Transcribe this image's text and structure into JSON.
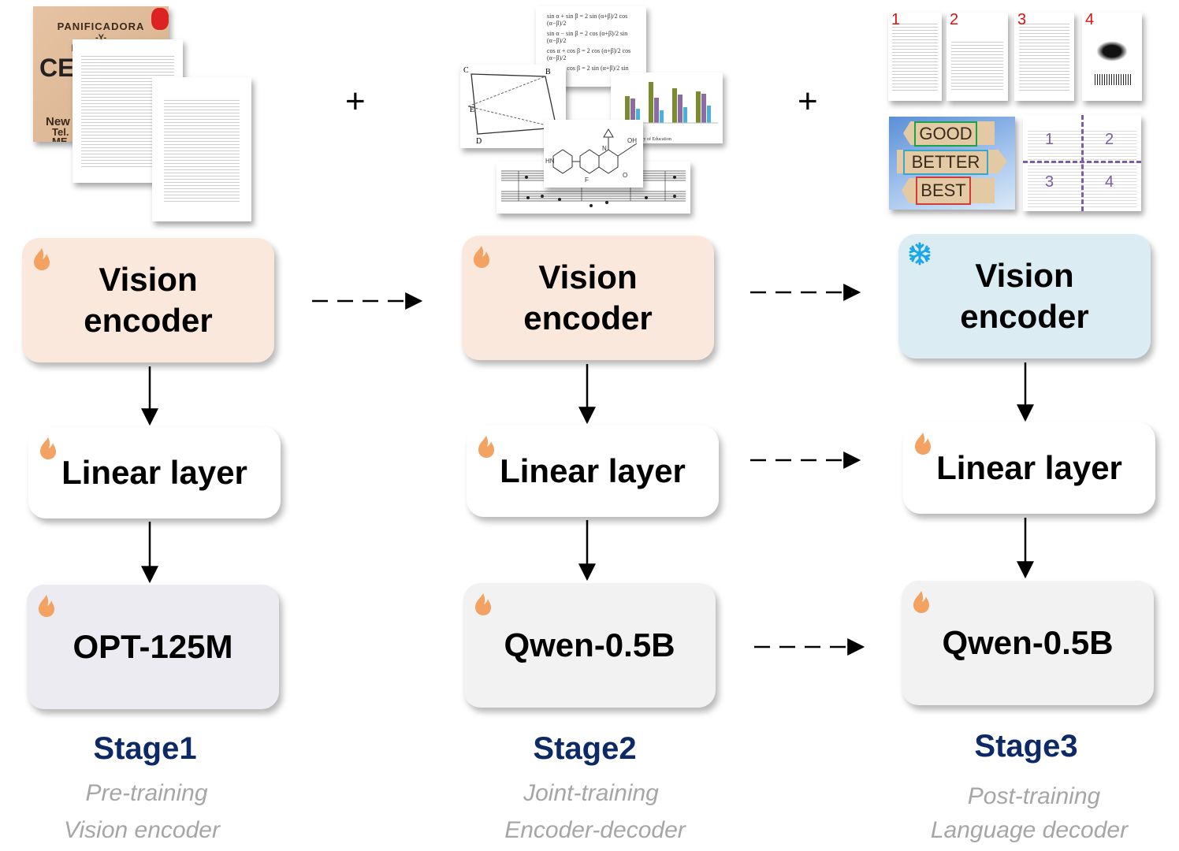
{
  "stages": [
    {
      "title": "Stage1",
      "subtitle_line1": "Pre-training",
      "subtitle_line2": "Vision encoder",
      "vision_encoder": {
        "label": "Vision\nencoder",
        "state": "trainable",
        "state_icon": "flame-icon"
      },
      "linear_layer": {
        "label": "Linear layer",
        "state": "trainable",
        "state_icon": "flame-icon"
      },
      "decoder": {
        "label": "OPT-125M",
        "state": "trainable",
        "state_icon": "flame-icon"
      }
    },
    {
      "title": "Stage2",
      "subtitle_line1": "Joint-training",
      "subtitle_line2": "Encoder-decoder",
      "vision_encoder": {
        "label": "Vision\nencoder",
        "state": "trainable",
        "state_icon": "flame-icon"
      },
      "linear_layer": {
        "label": "Linear layer",
        "state": "trainable",
        "state_icon": "flame-icon"
      },
      "decoder": {
        "label": "Qwen-0.5B",
        "state": "trainable",
        "state_icon": "flame-icon"
      }
    },
    {
      "title": "Stage3",
      "subtitle_line1": "Post-training",
      "subtitle_line2": "Language decoder",
      "vision_encoder": {
        "label": "Vision\nencoder",
        "state": "frozen",
        "state_icon": "snowflake-icon"
      },
      "linear_layer": {
        "label": "Linear layer",
        "state": "trainable",
        "state_icon": "flame-icon"
      },
      "decoder": {
        "label": "Qwen-0.5B",
        "state": "trainable",
        "state_icon": "flame-icon"
      }
    }
  ],
  "connectors": {
    "plus_symbol": "+"
  },
  "stage1_images": {
    "poster_text": [
      "PANIFICADORA",
      "-Y-",
      "PASTELERIA",
      "CE",
      "New",
      "Tel.",
      "ME"
    ]
  },
  "stage2_images": {
    "geometry_labels": [
      "C",
      "B",
      "E",
      "D"
    ],
    "formula_lines": [
      "sin α + sin β = 2 sin (α+β)/2 cos (α−β)/2",
      "sin α − sin β = 2 cos (α+β)/2 sin (α−β)/2",
      "cos α + cos β = 2 cos (α+β)/2 cos (α−β)/2",
      "cos α − cos β = 2 sin (α+β)/2 sin (α−β)/2"
    ],
    "chart_caption": "Source: Ministry of Education",
    "molecule_labels": [
      "HN",
      "N",
      "F",
      "O",
      "OH"
    ]
  },
  "stage3_images": {
    "page_numbers": [
      "1",
      "2",
      "3",
      "4"
    ],
    "sign_words": [
      "GOOD",
      "BETTER",
      "BEST"
    ],
    "quadrant_numbers": [
      "1",
      "2",
      "3",
      "4"
    ]
  },
  "colors": {
    "trainable_icon": "#f4a261",
    "frozen_icon": "#1ea7e8",
    "stage_title": "#0d2a66",
    "subtitle": "#a6a6a6",
    "vision_trainable_bg": "#fbe8dc",
    "vision_frozen_bg": "#dbedf3",
    "good_box": "#1aa34a",
    "better_box": "#3aa7c9",
    "best_box": "#d33a3a",
    "quadrant_divider": "#7a5ea6"
  }
}
